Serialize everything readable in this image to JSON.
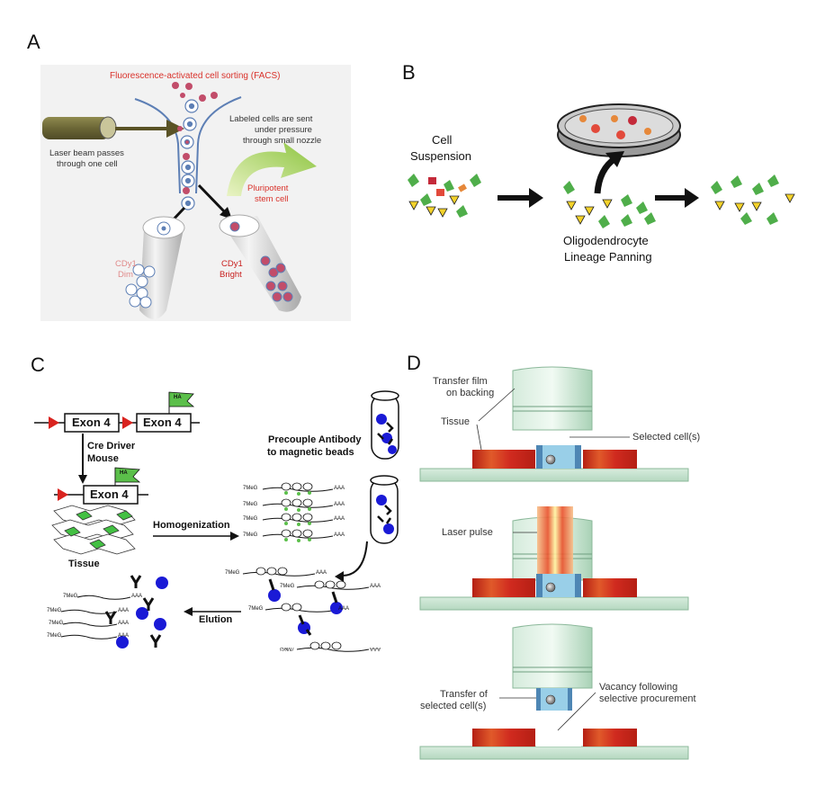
{
  "panels": {
    "a": {
      "letter": "A",
      "title": "Fluorescence-activated cell sorting (FACS)",
      "laser_label_1": "Laser beam passes",
      "laser_label_2": "through one cell",
      "nozzle_label_1": "Labeled cells are sent",
      "nozzle_label_2": "under pressure",
      "nozzle_label_3": "through small nozzle",
      "stem_label_1": "Pluripotent",
      "stem_label_2": "stem cell",
      "dim_label_1": "CDy1",
      "dim_label_2": "Dim",
      "bright_label_1": "CDy1",
      "bright_label_2": "Bright",
      "colors": {
        "title": "#d9322b",
        "dim": "#e08a8a",
        "bright": "#c8201f",
        "bg": "#f2f2f2"
      }
    },
    "b": {
      "letter": "B",
      "cell_suspension_1": "Cell",
      "cell_suspension_2": "Suspension",
      "panning_1": "Oligodendrocyte",
      "panning_2": "Lineage Panning"
    },
    "c": {
      "letter": "C",
      "exon": "Exon 4",
      "cre_1": "Cre Driver",
      "cre_2": "Mouse",
      "tissue": "Tissue",
      "homogenization": "Homogenization",
      "precouple_1": "Precouple Antibody",
      "precouple_2": "to magnetic beads",
      "elution": "Elution",
      "cap": "7MeG",
      "polya": "AAA",
      "tag": "HA"
    },
    "d": {
      "letter": "D",
      "film_1": "Transfer film",
      "film_2": "on backing",
      "tissue": "Tissue",
      "selected": "Selected cell(s)",
      "laser": "Laser pulse",
      "transfer_1": "Transfer of",
      "transfer_2": "selected cell(s)",
      "vacancy_1": "Vacancy following",
      "vacancy_2": "selective procurement"
    }
  }
}
